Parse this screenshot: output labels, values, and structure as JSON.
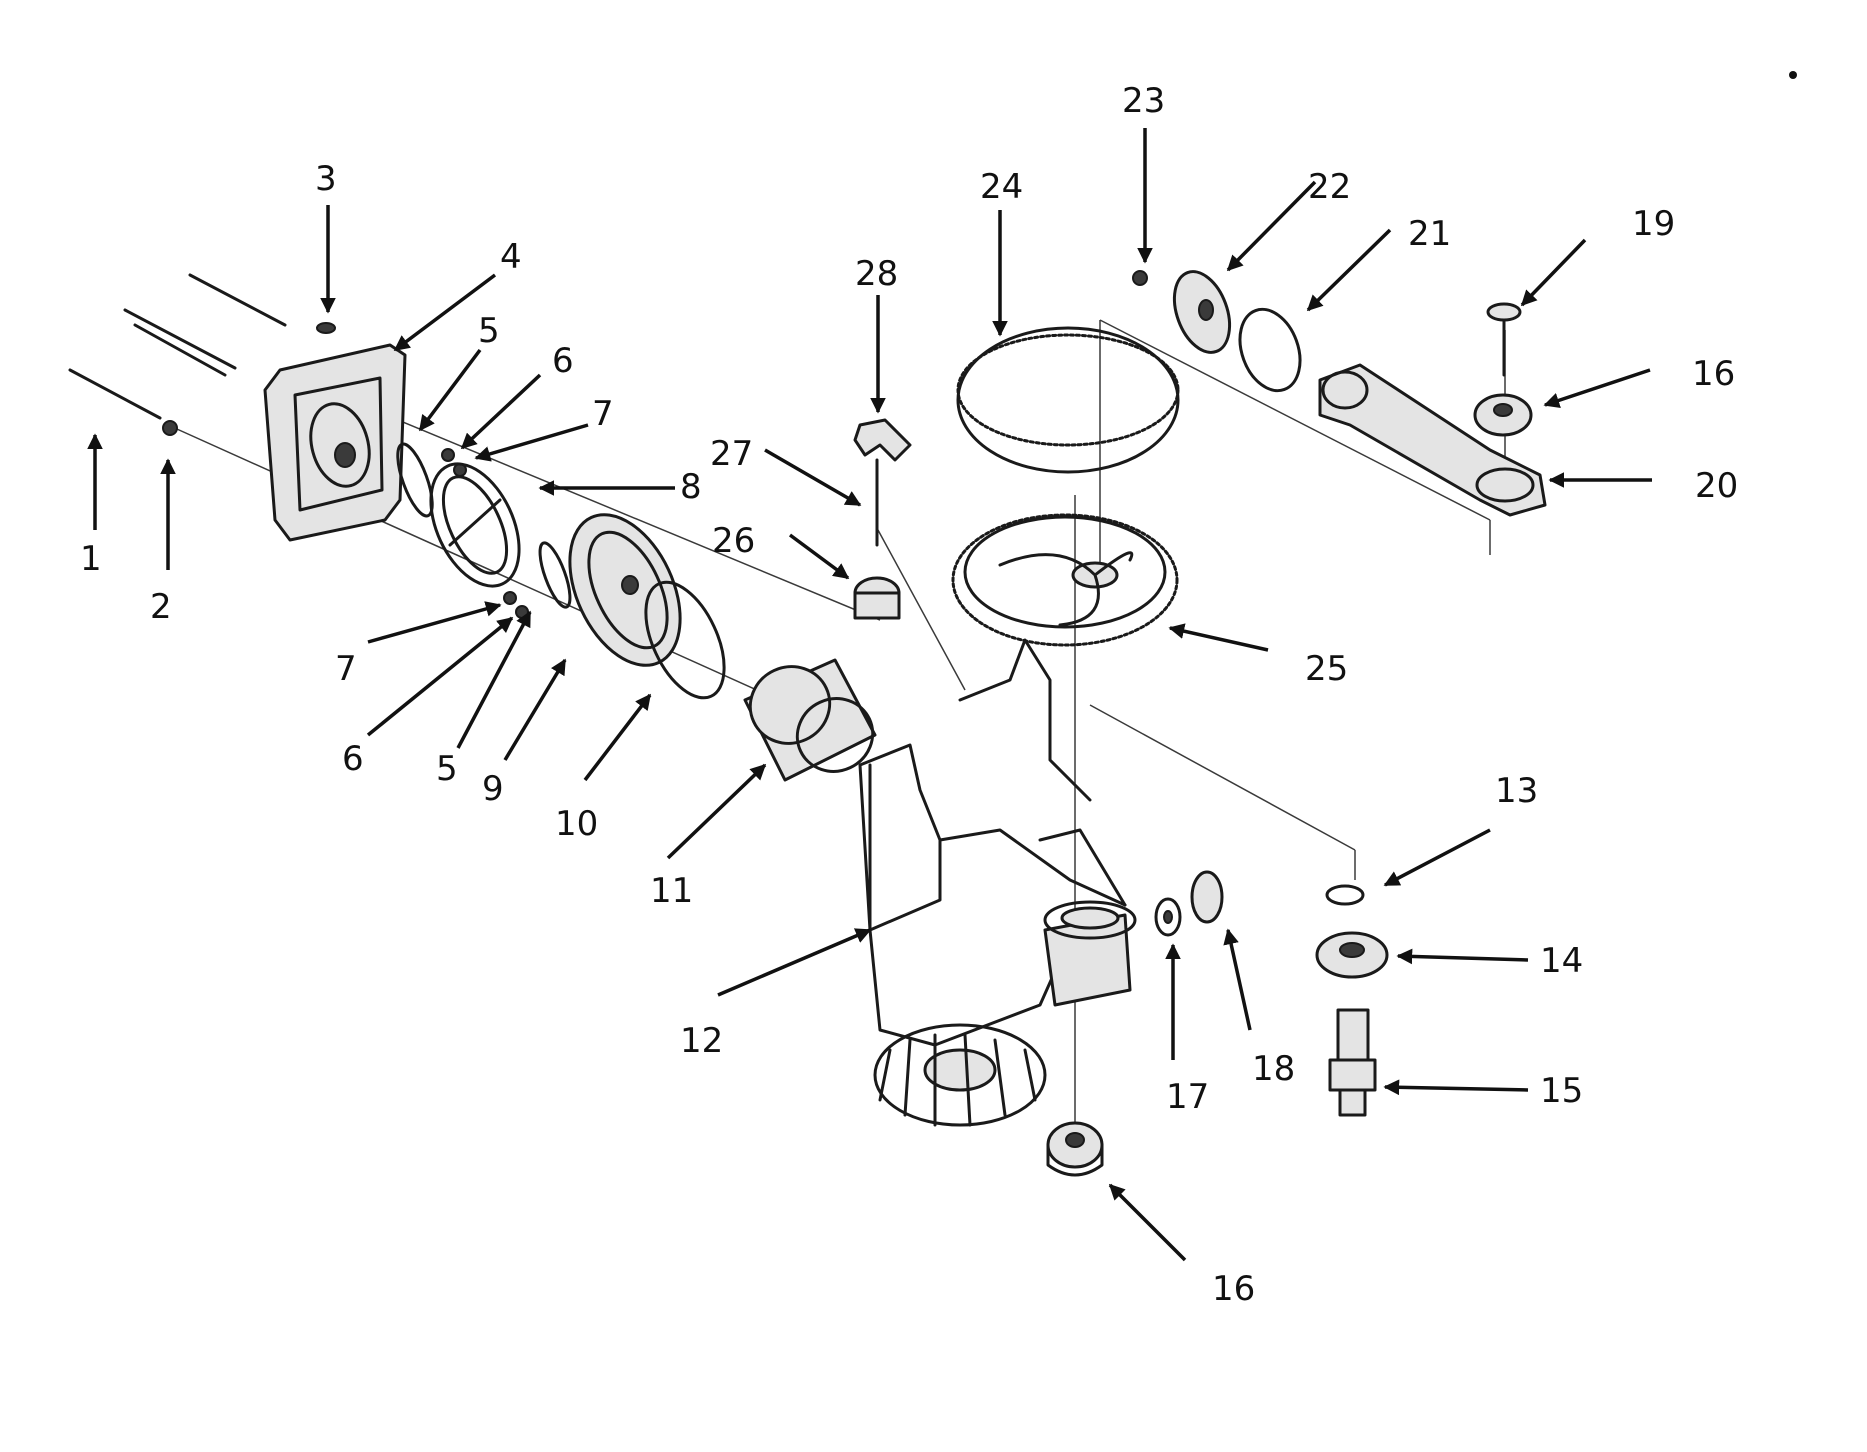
{
  "diagram": {
    "parts": [
      {
        "number": "1"
      },
      {
        "number": "2"
      },
      {
        "number": "3"
      },
      {
        "number": "4"
      },
      {
        "number": "5"
      },
      {
        "number": "6"
      },
      {
        "number": "7"
      },
      {
        "number": "8"
      },
      {
        "number": "9"
      },
      {
        "number": "10"
      },
      {
        "number": "11"
      },
      {
        "number": "12"
      },
      {
        "number": "13"
      },
      {
        "number": "14"
      },
      {
        "number": "15"
      },
      {
        "number": "16"
      },
      {
        "number": "17"
      },
      {
        "number": "18"
      },
      {
        "number": "19"
      },
      {
        "number": "20"
      },
      {
        "number": "21"
      },
      {
        "number": "22"
      },
      {
        "number": "23"
      },
      {
        "number": "24"
      },
      {
        "number": "25"
      },
      {
        "number": "26"
      },
      {
        "number": "27"
      },
      {
        "number": "28"
      }
    ]
  }
}
